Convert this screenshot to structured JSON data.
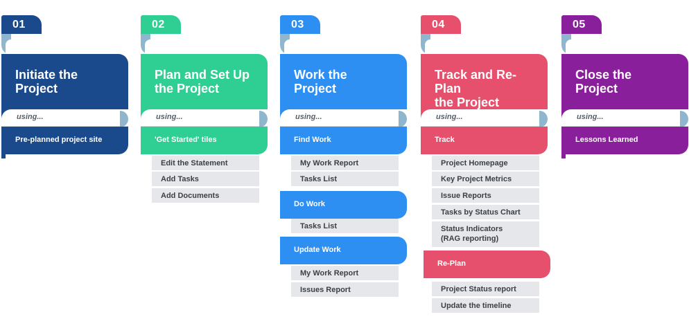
{
  "accent_colors": {
    "step1": "#1b4a8c",
    "step2": "#2fcf93",
    "step3": "#2e8ff2",
    "step4": "#e7506c",
    "step5": "#8a1f9b",
    "fold": "#8fb6cd",
    "sub_bg": "#e6e7ea"
  },
  "using_label": "using...",
  "steps": [
    {
      "number": "01",
      "title_line1": "Initiate the",
      "title_line2": "Project",
      "header": "Pre-planned project site"
    },
    {
      "number": "02",
      "title_line1": "Plan and Set Up",
      "title_line2": "the Project",
      "header": "'Get Started' tiles",
      "items": [
        "Edit the Statement",
        "Add Tasks",
        "Add Documents"
      ]
    },
    {
      "number": "03",
      "title_line1": "Work the",
      "title_line2": "Project",
      "groups": [
        {
          "header": "Find Work",
          "items": [
            "My Work Report",
            "Tasks List"
          ]
        },
        {
          "header": "Do Work",
          "items": [
            "Tasks List"
          ]
        },
        {
          "header": "Update Work",
          "items": [
            "My Work Report",
            "Issues Report"
          ]
        }
      ]
    },
    {
      "number": "04",
      "title_line1": "Track and Re-Plan",
      "title_line2": "the Project",
      "groups": [
        {
          "header": "Track",
          "items": [
            "Project Homepage",
            "Key Project Metrics",
            "Issue Reports",
            "Tasks by Status Chart"
          ],
          "tall_item_line1": "Status Indicators",
          "tall_item_line2": "(RAG reporting)"
        },
        {
          "header": "Re-Plan",
          "items": [
            "Project Status report",
            "Update the timeline"
          ]
        }
      ]
    },
    {
      "number": "05",
      "title_line1": "Close the",
      "title_line2": "Project",
      "header": "Lessons Learned"
    }
  ]
}
